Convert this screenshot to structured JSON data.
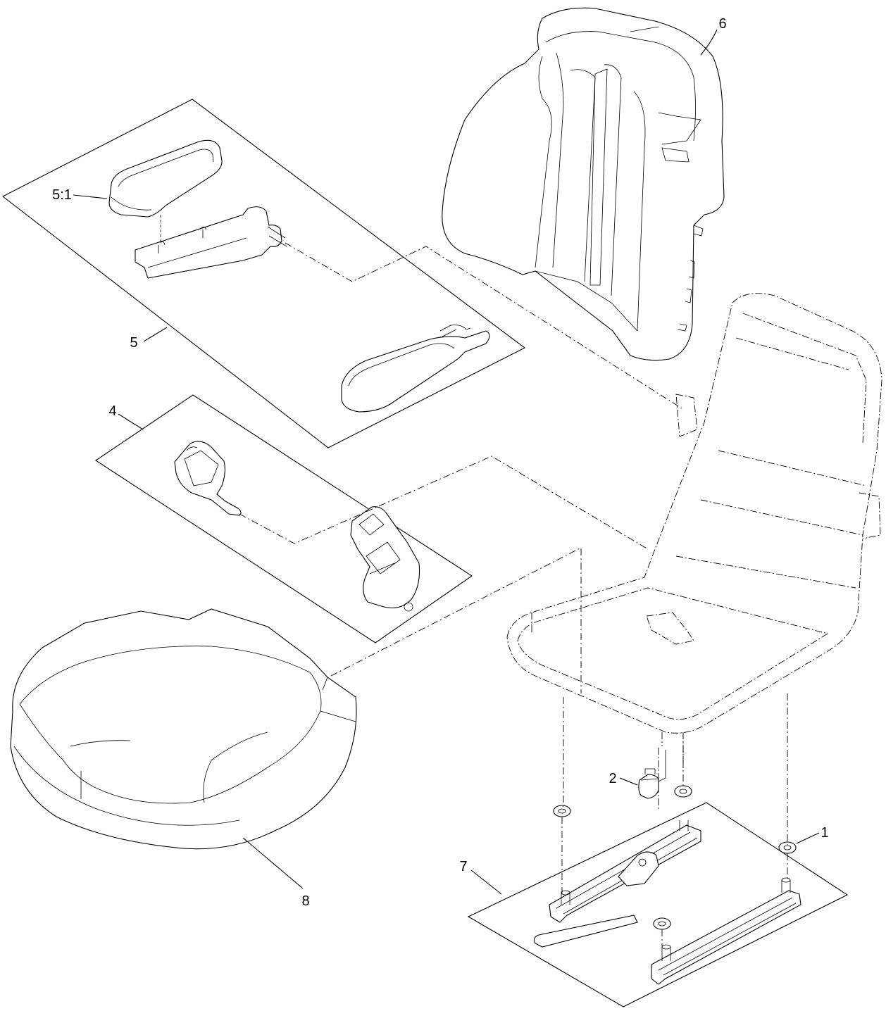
{
  "callouts": {
    "c1": "1",
    "c2": "2",
    "c4": "4",
    "c5": "5",
    "c5_1": "5:1",
    "c6": "6",
    "c7": "7",
    "c8": "8"
  },
  "parts": [
    {
      "callout": "1",
      "icon": "washer-icon"
    },
    {
      "callout": "2",
      "icon": "seat-switch-icon"
    },
    {
      "callout": "4",
      "icon": "seat-belt-kit-icon"
    },
    {
      "callout": "5",
      "icon": "armrest-kit-icon"
    },
    {
      "callout": "5:1",
      "icon": "armrest-pad-icon"
    },
    {
      "callout": "6",
      "icon": "backrest-cushion-icon"
    },
    {
      "callout": "7",
      "icon": "seat-slide-rail-kit-icon"
    },
    {
      "callout": "8",
      "icon": "seat-cushion-icon"
    }
  ]
}
